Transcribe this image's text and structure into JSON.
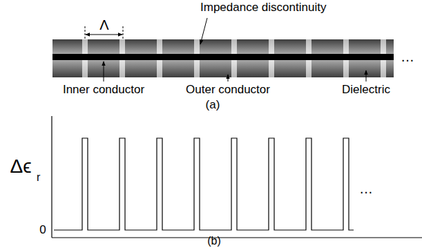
{
  "diagram": {
    "labels": [
      "Λ",
      "Impedance discontinuity",
      "Inner conductor",
      "Outer conductor",
      "Dielectric",
      "…",
      "(a)",
      "Δϵ",
      "r",
      "0",
      "…",
      "(b)"
    ]
  }
}
